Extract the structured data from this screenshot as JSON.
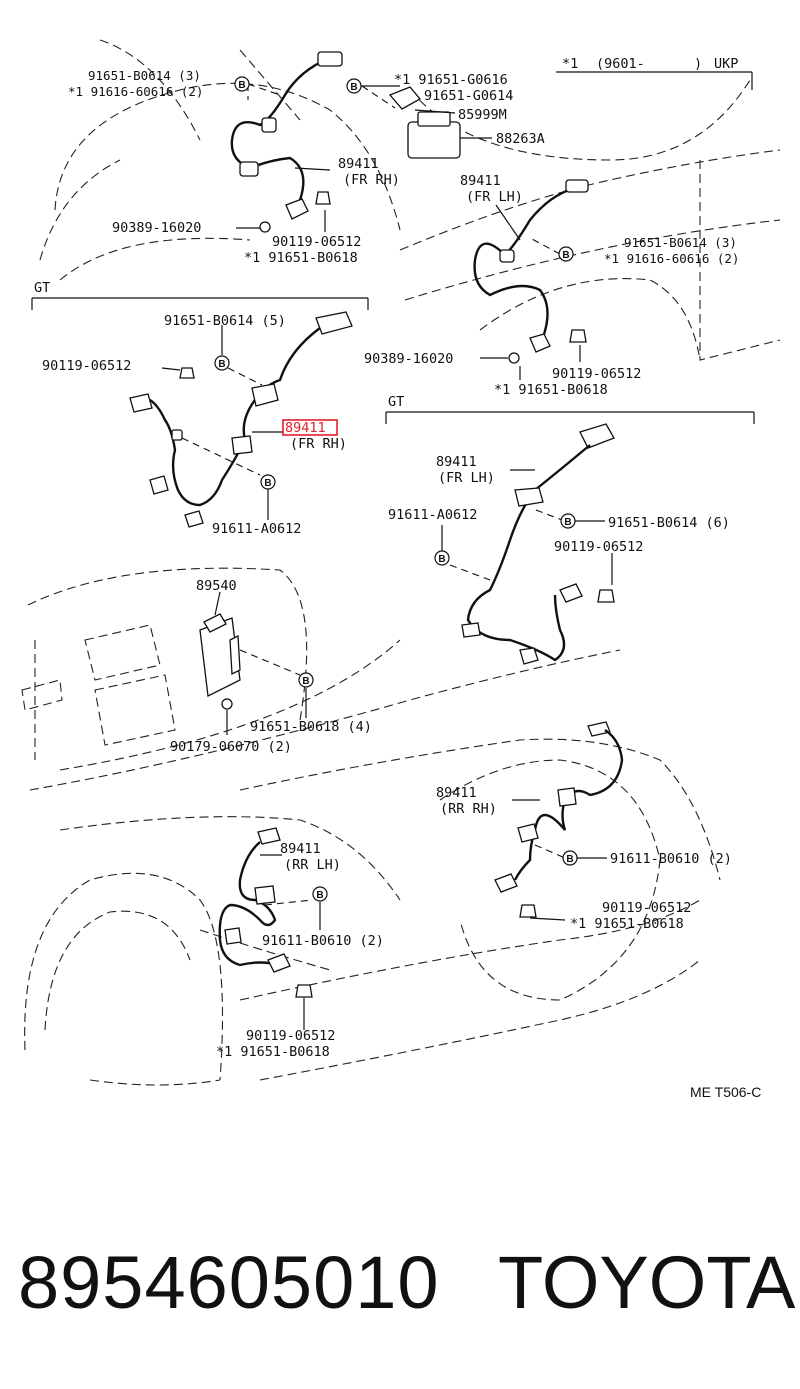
{
  "header_note": {
    "mark": "*1",
    "range": "(9601-",
    "close": ")",
    "market": "UKP"
  },
  "sections": {
    "gt_left": "GT",
    "gt_right": "GT"
  },
  "labels": {
    "tl_clip": "91651-B0614 (3)",
    "tl_clip2": "*1 91616-60616 (2)",
    "tl_bolt": "90389-16020",
    "tl_sensor": "89411",
    "tl_sensor_sub": "(FR RH)",
    "tl_screw": "90119-06512",
    "tl_screw2": "*1 91651-B0618",
    "tr_bolt1": "*1 91651-G0616",
    "tr_bolt2": "91651-G0614",
    "tr_bracket": "85999M",
    "tr_relay": "88263A",
    "tr_sensor": "89411",
    "tr_sensor_sub": "(FR LH)",
    "tr_clip": "91651-B0614 (3)",
    "tr_clip2": "*1 91616-60616 (2)",
    "tr_bolt": "90389-16020",
    "tr_screw": "90119-06512",
    "tr_screw2": "*1 91651-B0618",
    "gl_clip": "91651-B0614 (5)",
    "gl_screw": "90119-06512",
    "gl_sensor": "89411",
    "gl_sensor_sub": "(FR RH)",
    "gl_bolt": "91611-A0612",
    "gr_sensor": "89411",
    "gr_sensor_sub": "(FR LH)",
    "gr_bolt": "91611-A0612",
    "gr_clip": "91651-B0614 (6)",
    "gr_screw": "90119-06512",
    "ecu": "89540",
    "ecu_bolt": "91651-B0618 (4)",
    "ecu_nut": "90179-06070 (2)",
    "rr_sensor": "89411",
    "rr_sensor_sub": "(RR RH)",
    "rr_bolt": "91611-B0610 (2)",
    "rr_screw": "90119-06512",
    "rr_screw2": "*1 91651-B0618",
    "rl_sensor": "89411",
    "rl_sensor_sub": "(RR LH)",
    "rl_bolt": "91611-B0610 (2)",
    "rl_screw": "90119-06512",
    "rl_screw2": "*1 91651-B0618"
  },
  "badge_letter": "B",
  "ref_code": "ME T506-C",
  "footer": {
    "part_number": "8954605010",
    "brand": "TOYOTA"
  },
  "highlight_color": "#e0202a"
}
